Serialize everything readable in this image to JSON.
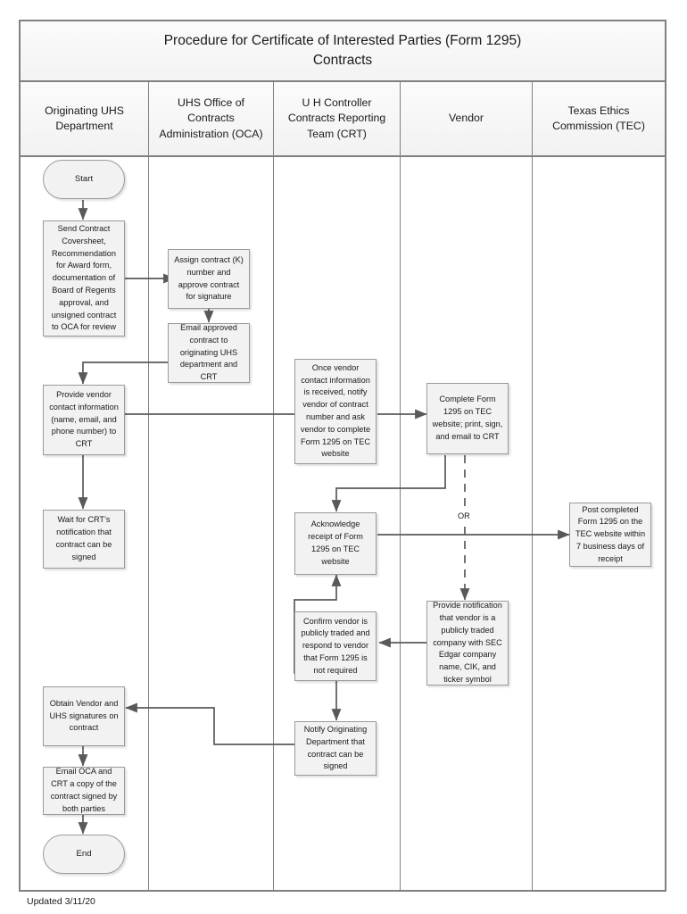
{
  "document": {
    "title": "Procedure for Certificate of Interested Parties (Form 1295)\nContracts",
    "footer": "Updated 3/11/20"
  },
  "lanes": [
    {
      "id": "originating-uhs-department",
      "label": "Originating UHS\nDepartment"
    },
    {
      "id": "uhs-office-of-contracts-administration",
      "label": "UHS Office of\nContracts\nAdministration (OCA)"
    },
    {
      "id": "uh-controller-contracts-reporting-team",
      "label": "U H Controller\nContracts Reporting\nTeam (CRT)"
    },
    {
      "id": "vendor",
      "label": "Vendor"
    },
    {
      "id": "texas-ethics-commission",
      "label": "Texas Ethics\nCommission (TEC)"
    }
  ],
  "nodes": [
    {
      "id": "start",
      "lane": "originating-uhs-department",
      "shape": "terminator",
      "label": "Start"
    },
    {
      "id": "send-contract-coversheet",
      "lane": "originating-uhs-department",
      "shape": "process",
      "label": "Send Contract Coversheet, Recommendation for Award form, documentation of Board of Regents approval, and unsigned contract to OCA for review"
    },
    {
      "id": "provide-vendor-contact-information",
      "lane": "originating-uhs-department",
      "shape": "process",
      "label": "Provide vendor contact information (name, email, and phone number) to CRT"
    },
    {
      "id": "wait-for-crt-notification",
      "lane": "originating-uhs-department",
      "shape": "process",
      "label": "Wait for CRT’s notification that contract can be signed"
    },
    {
      "id": "obtain-vendor-and-uhs-signatures",
      "lane": "originating-uhs-department",
      "shape": "process",
      "label": "Obtain Vendor and UHS signatures on contract"
    },
    {
      "id": "email-oca-and-crt-copy",
      "lane": "originating-uhs-department",
      "shape": "process",
      "label": "Email OCA and CRT a copy of the contract signed by both parties"
    },
    {
      "id": "end",
      "lane": "originating-uhs-department",
      "shape": "terminator",
      "label": "End"
    },
    {
      "id": "assign-contract-number",
      "lane": "uhs-office-of-contracts-administration",
      "shape": "process",
      "label": "Assign contract (K) number and approve contract for signature"
    },
    {
      "id": "email-approved-contract",
      "lane": "uhs-office-of-contracts-administration",
      "shape": "process",
      "label": "Email approved contract to originating UHS department and CRT"
    },
    {
      "id": "notify-vendor-of-contract-number",
      "lane": "uh-controller-contracts-reporting-team",
      "shape": "process",
      "label": "Once vendor contact information is received, notify vendor of contract number and ask vendor to complete Form 1295 on TEC website"
    },
    {
      "id": "acknowledge-receipt-of-form-1295",
      "lane": "uh-controller-contracts-reporting-team",
      "shape": "process",
      "label": "Acknowledge receipt of Form 1295 on TEC website"
    },
    {
      "id": "confirm-vendor-publicly-traded",
      "lane": "uh-controller-contracts-reporting-team",
      "shape": "process",
      "label": "Confirm vendor is publicly traded and respond to vendor that Form 1295 is not required"
    },
    {
      "id": "notify-originating-department",
      "lane": "uh-controller-contracts-reporting-team",
      "shape": "process",
      "label": "Notify Originating Department that contract can be signed"
    },
    {
      "id": "complete-form-1295",
      "lane": "vendor",
      "shape": "process",
      "label": "Complete Form 1295 on TEC website; print, sign, and email to CRT"
    },
    {
      "id": "provide-notification-publicly-traded",
      "lane": "vendor",
      "shape": "process",
      "label": "Provide notification that vendor is a publicly traded company with SEC Edgar company name, CIK, and ticker symbol"
    },
    {
      "id": "post-completed-form-1295",
      "lane": "texas-ethics-commission",
      "shape": "process",
      "label": "Post completed Form 1295 on the TEC website within 7 business days of receipt"
    }
  ],
  "connector_labels": [
    {
      "id": "or-branch-label",
      "label": "OR"
    }
  ],
  "colors": {
    "node_fill": "#f2f2f2",
    "node_border": "#9a9a9a",
    "lane_border": "#808080",
    "connector": "#595959",
    "text": "#1a1a1a",
    "header_fill": "#f5f5f5"
  }
}
